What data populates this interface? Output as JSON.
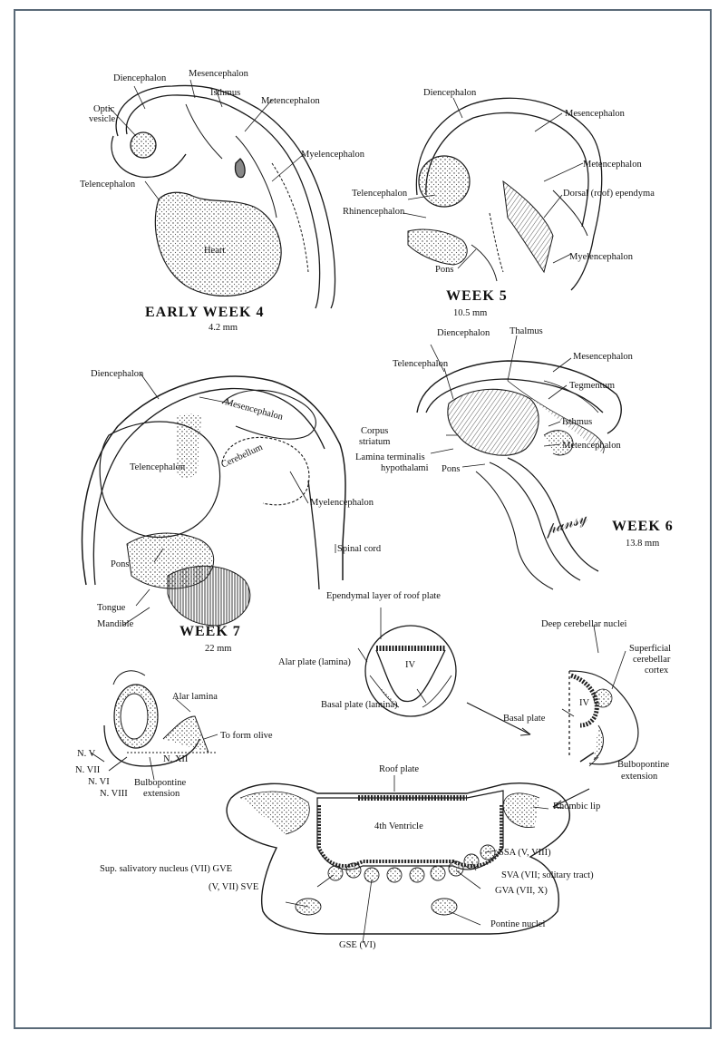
{
  "panels": {
    "week4": {
      "title": "EARLY WEEK 4",
      "size": "4.2 mm",
      "labels": {
        "diencephalon": "Diencephalon",
        "mesencephalon": "Mesencephalon",
        "isthmus": "Isthmus",
        "optic_vesicle_1": "Optic",
        "optic_vesicle_2": "vesicle",
        "metencephalon": "Metencephalon",
        "myelencephalon": "Myelencephalon",
        "telencephalon": "Telencephalon",
        "heart": "Heart"
      }
    },
    "week5": {
      "title": "WEEK 5",
      "size": "10.5 mm",
      "labels": {
        "diencephalon": "Diencephalon",
        "mesencephalon": "Mesencephalon",
        "metencephalon": "Metencephalon",
        "dorsal_ependyma": "Dorsal (roof) ependyma",
        "telencephalon": "Telencephalon",
        "rhinencephalon": "Rhinencephalon",
        "myelencephalon": "Myelencephalon",
        "pons": "Pons"
      }
    },
    "week6": {
      "title": "WEEK 6",
      "size": "13.8 mm",
      "labels": {
        "diencephalon": "Diencephalon",
        "thalmus": "Thalmus",
        "mesencephalon": "Mesencephalon",
        "telencephalon": "Telencephalon",
        "tegmentum": "Tegmentum",
        "corpus_1": "Corpus",
        "corpus_2": "striatum",
        "isthmus": "Isthmus",
        "lamina_1": "Lamina terminalis",
        "lamina_2": "hypothalami",
        "metencephalon": "Metencephalon",
        "pons": "Pons"
      }
    },
    "week7": {
      "title": "WEEK 7",
      "size": "22 mm",
      "labels": {
        "diencephalon": "Diencephalon",
        "mesencephalon": "Mesencephalon",
        "telencephalon": "Telencephalon",
        "cerebellum": "Cerebellum",
        "myelencephalon": "Myelencephalon",
        "spinal_cord": "Spinal cord",
        "pons": "Pons",
        "tongue": "Tongue",
        "mandible": "Mandible"
      }
    },
    "hindbrain": {
      "labels": {
        "alar_lamina": "Alar lamina",
        "to_form_olive": "To form olive",
        "n5": "N. V",
        "n7": "N. VII",
        "n6": "N. VI",
        "n12": "N. XII",
        "n8": "N. VIII",
        "bulbo_1": "Bulbopontine",
        "bulbo_2": "extension"
      }
    },
    "section_top": {
      "labels": {
        "ependymal": "Ependymal layer of roof plate",
        "iv": "IV",
        "alar_plate": "Alar plate (lamina)",
        "basal_plate": "Basal plate (lamina)"
      }
    },
    "section_right": {
      "labels": {
        "deep_nuclei": "Deep cerebellar nuclei",
        "superficial_1": "Superficial",
        "superficial_2": "cerebellar",
        "superficial_3": "cortex",
        "iv": "IV",
        "basal_plate": "Basal plate",
        "bulbo_1": "Bulbopontine",
        "bulbo_2": "extension"
      }
    },
    "section_bottom": {
      "labels": {
        "roof_plate": "Roof plate",
        "rhombic_lip": "Rhombic lip",
        "ventricle": "4th Ventricle",
        "ssa": "SSA (V, VIII)",
        "sva": "SVA (VII; solitary tract)",
        "gva": "GVA (VII, X)",
        "gve": "Sup. salivatory nucleus (VII) GVE",
        "sve": "(V, VII) SVE",
        "pontine": "Pontine nuclei",
        "gse": "GSE (VI)"
      }
    }
  }
}
